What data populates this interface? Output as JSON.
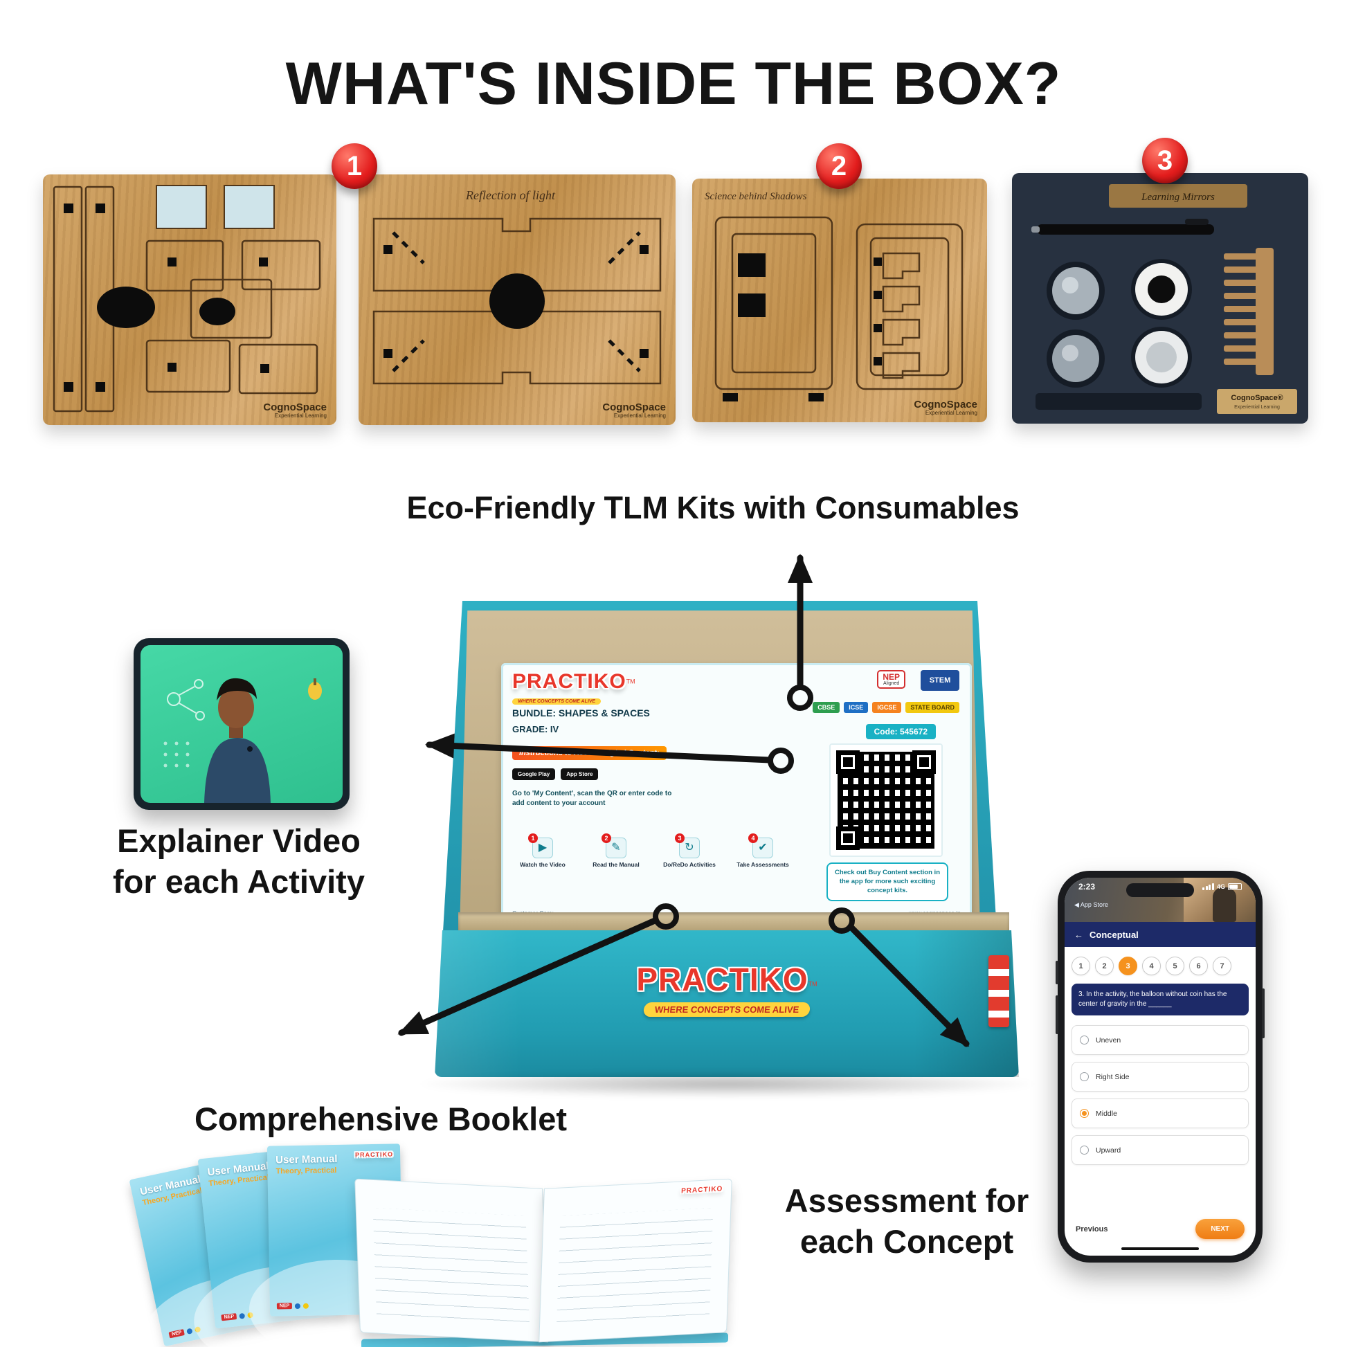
{
  "title": "WHAT'S INSIDE THE BOX?",
  "badges": {
    "one": "1",
    "two": "2",
    "three": "3"
  },
  "kits": {
    "reflection_title": "Reflection of light",
    "shadows_title": "Science behind Shadows",
    "mirrors_title": "Learning Mirrors",
    "brand": "CognoSpace",
    "brand_sub": "Experiential Learning",
    "brand_reg": "CognoSpace®"
  },
  "callouts": {
    "tlm": "Eco-Friendly TLM Kits with Consumables",
    "explainer_line1": "Explainer Video",
    "explainer_line2": "for each Activity",
    "booklet": "Comprehensive Booklet",
    "assessment_line1": "Assessment for",
    "assessment_line2": "each Concept"
  },
  "box": {
    "brand": "PRACTIKO",
    "tm": "TM",
    "front_ribbon": "WHERE CONCEPTS COME ALIVE",
    "label": {
      "bundle": "BUNDLE: SHAPES & SPACES",
      "grade": "GRADE: IV",
      "code": "Code: 545672",
      "nep_line1": "NEP",
      "nep_line2": "Aligned",
      "stem": "STEM",
      "boards": [
        "CBSE",
        "ICSE",
        "IGCSE",
        "STATE BOARD"
      ],
      "instructions": "Instructions to Access Digital Content:",
      "store1": "Google Play",
      "store2": "App Store",
      "scan_note": "Go to 'My Content', scan the QR or enter code to add content to your account",
      "steps": [
        "Watch the Video",
        "Read the Manual",
        "Do/ReDo Activities",
        "Take Assessments"
      ],
      "step_numbers": [
        "1",
        "2",
        "3",
        "4"
      ],
      "buy_note": "Check out Buy Content section in the app for more such exciting concept kits.",
      "care": "Customer Care:",
      "website": "www.cognospace.in"
    }
  },
  "phone": {
    "time": "2:23",
    "back_app": "◀ App Store",
    "network": "4G",
    "back_arrow": "←",
    "header": "Conceptual",
    "numbers": [
      "1",
      "2",
      "3",
      "4",
      "5",
      "6",
      "7"
    ],
    "question": "3. In the activity, the balloon without coin has the center of gravity in the ______",
    "options": [
      "Uneven",
      "Right Side",
      "Middle",
      "Upward"
    ],
    "previous": "Previous",
    "next": "NEXT"
  },
  "booklets": {
    "cover_title": "User Manual",
    "cover_sub": "Theory, Practical",
    "brand": "PRACTIKO",
    "nep": "NEP"
  }
}
